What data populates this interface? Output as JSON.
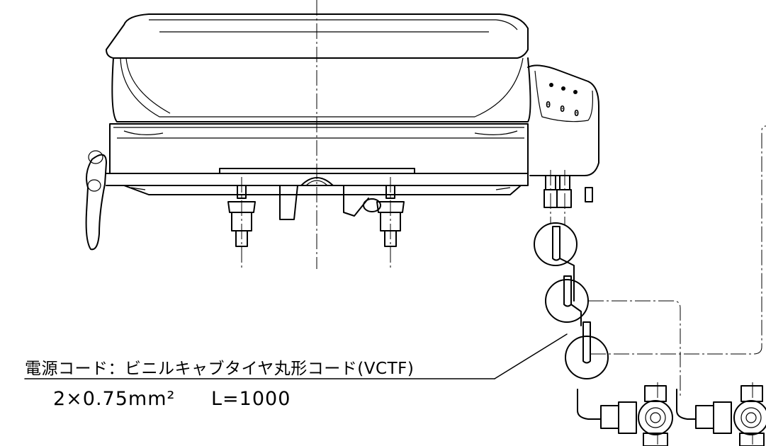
{
  "callout": {
    "label": "電源コード：ビニルキャブタイヤ丸形コード(VCTF)",
    "spec_size": "2×0.75mm²",
    "spec_length": "L=1000"
  },
  "panel_markings": [
    "0",
    "0",
    "0"
  ]
}
